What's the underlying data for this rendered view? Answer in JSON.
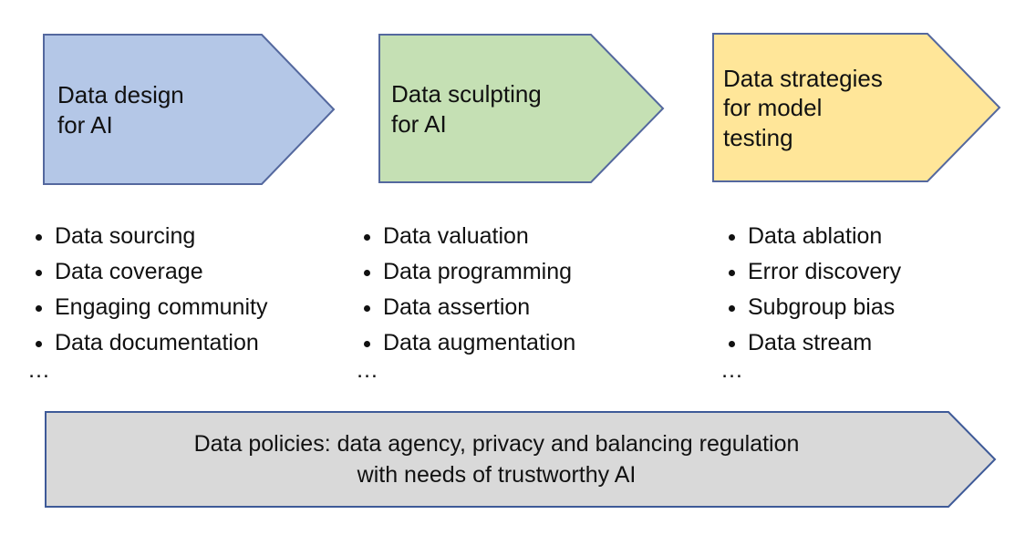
{
  "arrows": [
    {
      "label": "Data design\nfor AI",
      "fill": "#b4c7e7",
      "stroke": "#54689e"
    },
    {
      "label": "Data sculpting\nfor AI",
      "fill": "#c5e0b4",
      "stroke": "#54689e"
    },
    {
      "label": "Data strategies\nfor model\ntesting",
      "fill": "#ffe699",
      "stroke": "#54689e"
    }
  ],
  "columns": [
    {
      "items": [
        "Data sourcing",
        "Data coverage",
        "Engaging community",
        "Data documentation"
      ],
      "more": "…"
    },
    {
      "items": [
        "Data valuation",
        "Data programming",
        "Data assertion",
        "Data augmentation"
      ],
      "more": "…"
    },
    {
      "items": [
        "Data ablation",
        "Error discovery",
        "Subgroup bias",
        "Data stream"
      ],
      "more": "…"
    }
  ],
  "banner": {
    "text": "Data policies: data agency, privacy and balancing regulation\nwith needs of trustworthy AI",
    "fill": "#d9d9d9",
    "stroke": "#3e5a98"
  }
}
